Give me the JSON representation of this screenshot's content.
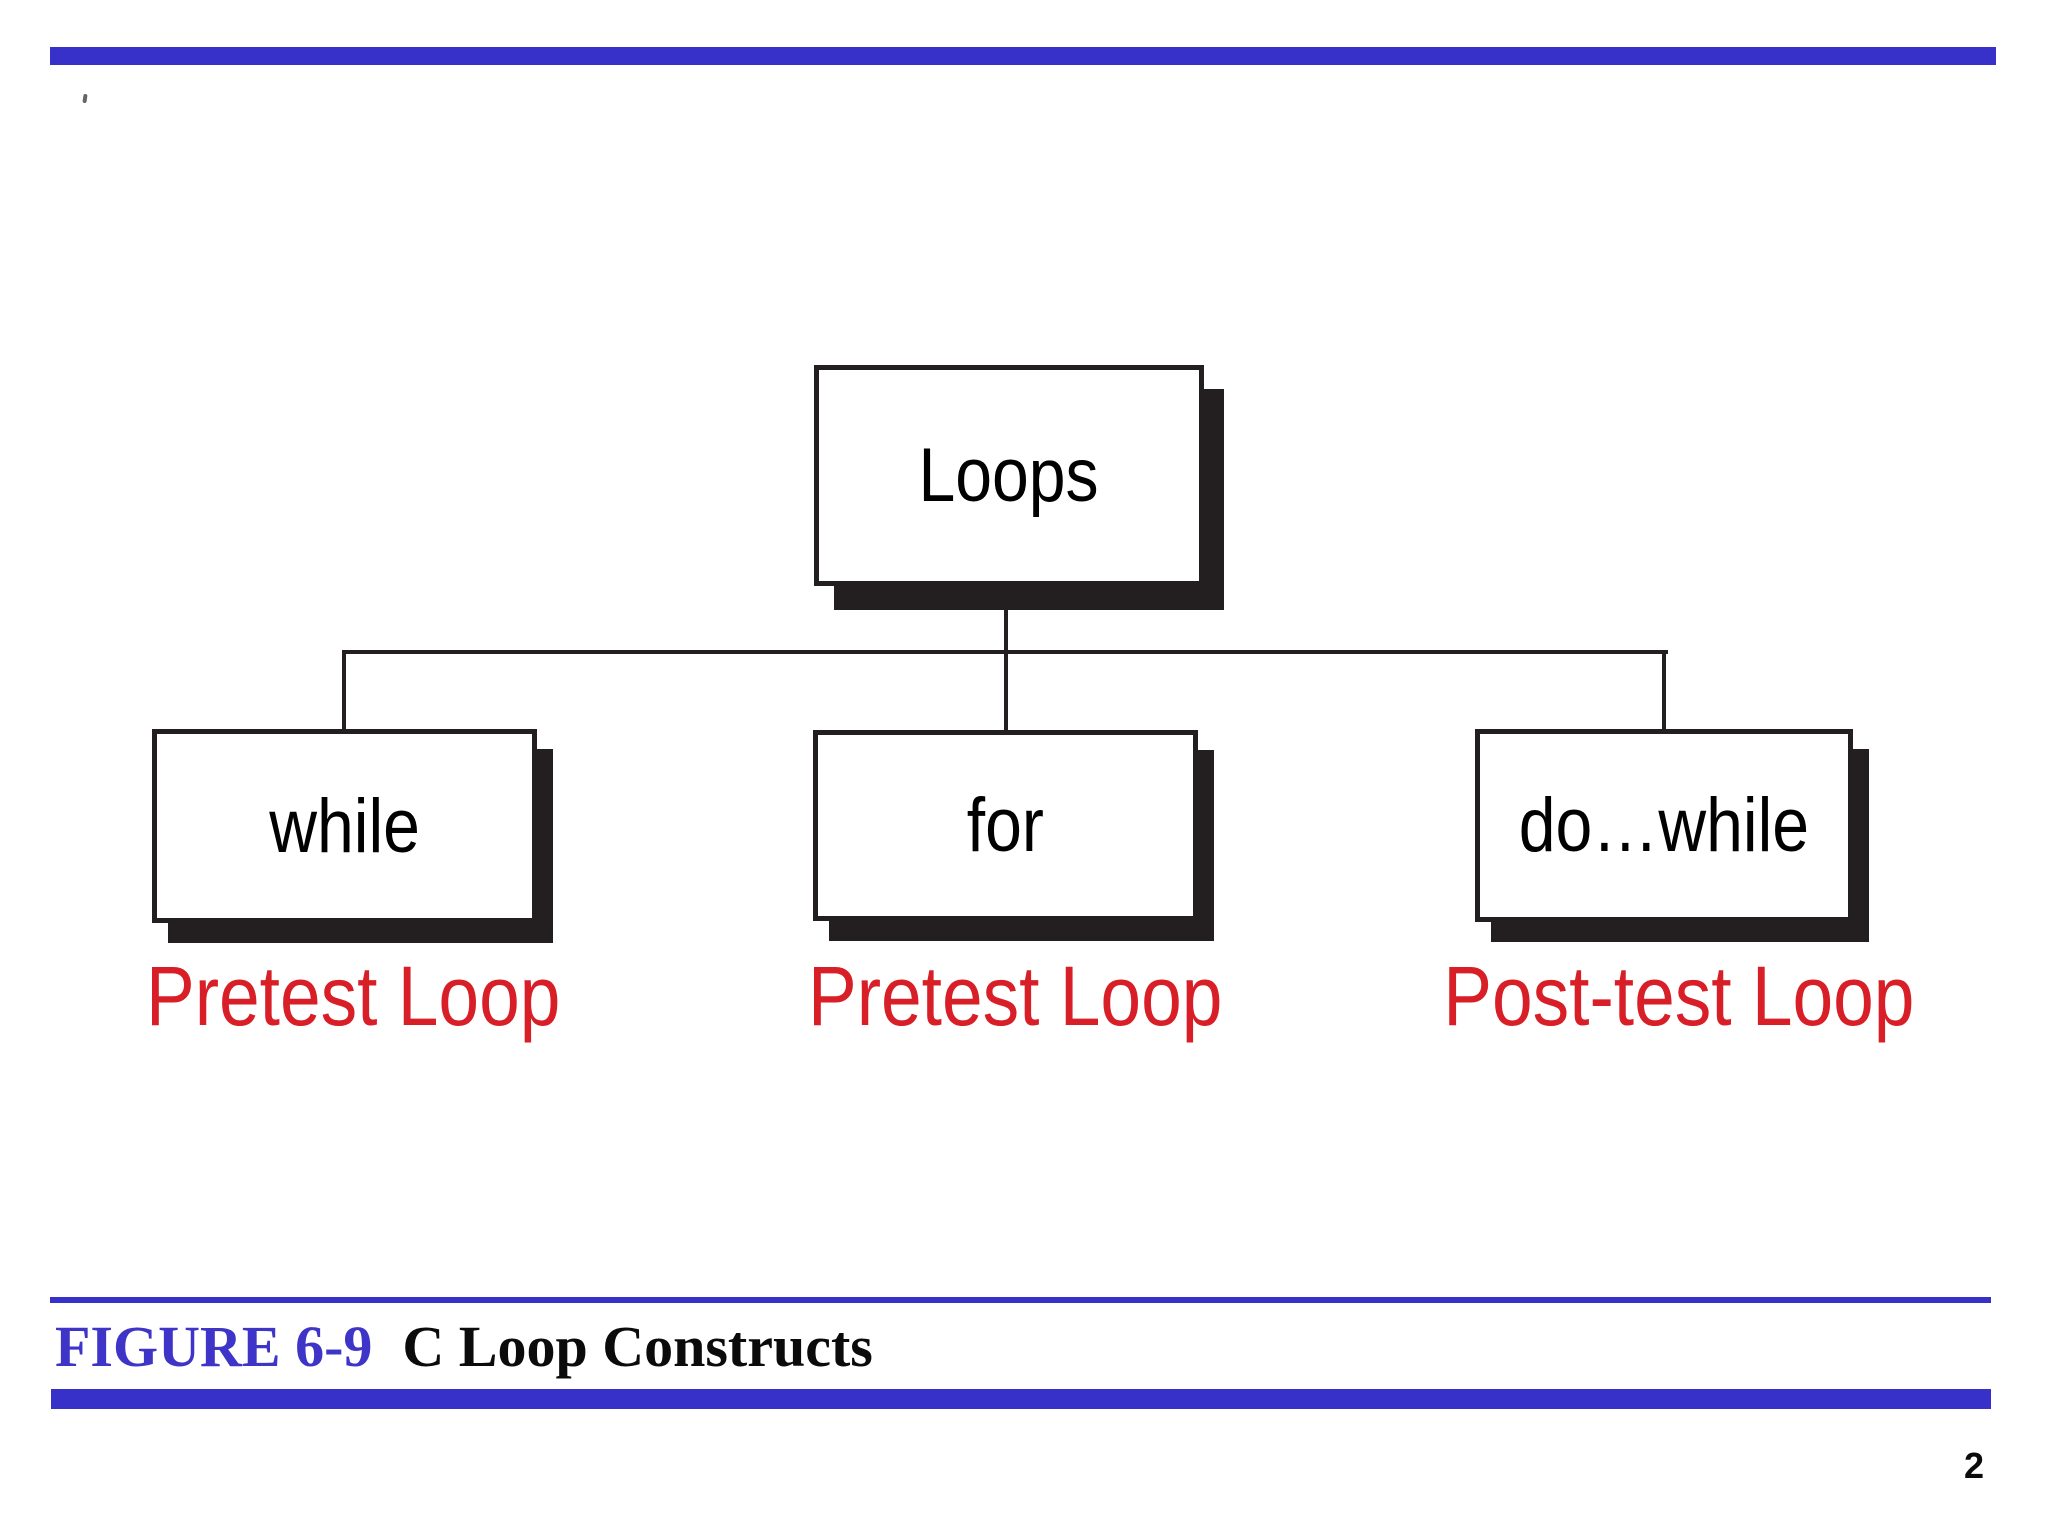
{
  "colors": {
    "accent_blue": "#3831c9",
    "figure_label_blue": "#3e35c8",
    "label_red": "#d81e27",
    "ink_black": "#231f20"
  },
  "diagram": {
    "root": {
      "label": "Loops"
    },
    "children": [
      {
        "label": "while",
        "sublabel": "Pretest Loop"
      },
      {
        "label": "for",
        "sublabel": "Pretest Loop"
      },
      {
        "label": "do…while",
        "sublabel": "Post-test Loop"
      }
    ]
  },
  "caption": {
    "figure_label": "FIGURE 6-9",
    "title": "C Loop Constructs"
  },
  "footer": {
    "page_number": "2"
  }
}
